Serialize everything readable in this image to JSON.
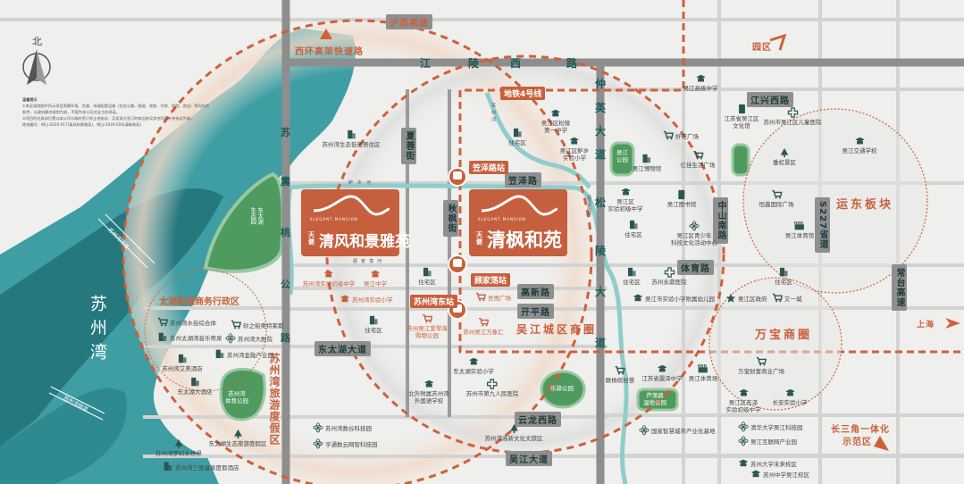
{
  "compass": {
    "north": "北"
  },
  "notes": {
    "title": "温馨提示",
    "lines": [
      "①本区域地图中所示项目周围环境、交通、市政配套设施（包含公路、隧道、地铁、学校、医院、商业）等均仅供参考，以政府最终规划为准，不视为本公司对业主的承诺。",
      "②项目所在具体位置以本公司与政府签订的土地协议、买卖双方签订的商品房买卖合同及补充协议为准。",
      "地块编号：WJ-J-2020-017(清风和景雅苑)、WJ-J-2019-024(清枫和苑)"
    ]
  },
  "roads": {
    "husu": "沪苏高速",
    "xihuan": "西环高架快速路",
    "jiangling": [
      "江",
      "陵",
      "西",
      "路"
    ],
    "zhongying": [
      "仲",
      "英",
      "大",
      "道"
    ],
    "songling": [
      "松",
      "陵",
      "大",
      "道"
    ],
    "suzhentao": [
      "苏",
      "震",
      "桃",
      "公",
      "路"
    ],
    "metro4": "地铁4号线",
    "xiarong": "夏蓉街",
    "qiufeng": "秋枫街",
    "lize": "笠泽路",
    "gaoxin": "高新路",
    "kaiping": "开平路",
    "dongtaihu": "东太湖大道",
    "yunlong": "云龙西路",
    "wujiang": "吴江大道",
    "tiyu": "体育路",
    "zhongshan": "中山南路",
    "jiangxing": "江兴西路",
    "s227": "S227省道",
    "changtai": "常台高速",
    "tunnel1": "苏州湾隧道",
    "tunnel2": "苏州湾隧道",
    "rivers": {
      "luxiang": "鲈乡河",
      "suzhou": "苏州河",
      "guojia": "顾家荡河",
      "canal": "运河景观带"
    }
  },
  "stations": {
    "lize": "笠泽路站",
    "gujiadang": "顾家荡站",
    "szwdong": "苏州湾东站"
  },
  "zones": {
    "wujiang_cbd": "吴江城区商圈",
    "yundong": "运东板块",
    "wanbao": "万宝商圈",
    "taihu": "太湖新城商务行政区",
    "resort": "苏州湾旅游度假区",
    "bay": "苏州湾",
    "yuanqu": "园区",
    "shanghai": "上海",
    "yrd_1": "长三角一体化",
    "yrd_2": "示范区"
  },
  "projects": [
    {
      "brand": "天健",
      "en": "ELEGANT MANSION",
      "name": "清风和景雅苑"
    },
    {
      "brand": "天健",
      "en": "ELEGANT MANSION",
      "name": "清枫和苑"
    }
  ],
  "parks": [
    "东太湖\n生态园",
    "苏州湾\n体育公园",
    "吴江\n公园",
    "乐驿公园",
    "芦荡路\n湿地公园"
  ],
  "colors": {
    "accent": "#c9603c",
    "lake": "#3f9ea3",
    "lake_dark": "#1d6b72",
    "park": "#4f9a5f",
    "road": "#8f8f8f",
    "poi_icon": "#2b5656"
  },
  "pois": [
    {
      "label": "苏州湾生态低密居住区",
      "icon": "building"
    },
    {
      "label": "住宅区",
      "icon": "building"
    },
    {
      "label": "吴江区松陵\n第一中学",
      "icon": "school"
    },
    {
      "label": "吴江区鲈乡\n实验小学",
      "icon": "school"
    },
    {
      "label": "吴江高级中学",
      "icon": "school"
    },
    {
      "label": "江苏省吴江区\n文化馆",
      "icon": "book"
    },
    {
      "label": "苏州市吴江区儿童医院",
      "icon": "hospital"
    },
    {
      "label": "好旺广场",
      "icon": "cart"
    },
    {
      "label": "吴江博物馆",
      "icon": "building"
    },
    {
      "label": "亿佳生活广场",
      "icon": "cart"
    },
    {
      "label": "垂虹景区",
      "icon": "tree"
    },
    {
      "label": "吴江交通学校",
      "icon": "school"
    },
    {
      "label": "吴江区\n实验初级中学",
      "icon": "school"
    },
    {
      "label": "吴江图书馆",
      "icon": "book"
    },
    {
      "label": "住宅区",
      "icon": "building"
    },
    {
      "label": "吴江区青少年\n科技文化活动中心",
      "icon": "atom"
    },
    {
      "label": "恒鑫国际广场",
      "icon": "cart"
    },
    {
      "label": "吴江体育馆",
      "icon": "stadium"
    },
    {
      "label": "苏州湾实验初级中学",
      "icon": "school",
      "highlight": true
    },
    {
      "label": "吴江中学",
      "icon": "school",
      "highlight": true
    },
    {
      "label": "苏州湾实验小学",
      "icon": "school",
      "highlight": true
    },
    {
      "label": "住宅区",
      "icon": "building"
    },
    {
      "label": "住宅区",
      "icon": "building"
    },
    {
      "label": "苏州吴江爱琴海\n购物公园",
      "icon": "cart",
      "highlight": true
    },
    {
      "label": "吾悦广场",
      "icon": "cart",
      "highlight": true
    },
    {
      "label": "苏州吴江万象汇",
      "icon": "cart",
      "highlight": true
    },
    {
      "label": "东太湖实验小学",
      "icon": "school"
    },
    {
      "label": "北外附属苏州湾\n外国语学校",
      "icon": "school"
    },
    {
      "label": "苏州市第九人民医院",
      "icon": "hospital"
    },
    {
      "label": "苏州湾数谷科技园",
      "icon": "atom"
    },
    {
      "label": "亨通数云网智科技园",
      "icon": "atom"
    },
    {
      "label": "苏州湾高新文化文旅区",
      "icon": "tree"
    },
    {
      "label": "住宅区",
      "icon": "building"
    },
    {
      "label": "苏州永鼎医院",
      "icon": "hospital"
    },
    {
      "label": "住宅区",
      "icon": "building"
    },
    {
      "label": "吴江市实验小学附属幼儿园",
      "icon": "school"
    },
    {
      "label": "吴江区政府",
      "icon": "star"
    },
    {
      "label": "又一城",
      "icon": "cart"
    },
    {
      "label": "联杨缤纷荟",
      "icon": "cart"
    },
    {
      "label": "江苏省震泽中学",
      "icon": "school"
    },
    {
      "label": "吴江体育场",
      "icon": "stadium"
    },
    {
      "label": "万宝财富商业广场",
      "icon": "cart"
    },
    {
      "label": "吴江区东泽\n实验初级中学",
      "icon": "school"
    },
    {
      "label": "长安实验小学",
      "icon": "school"
    },
    {
      "label": "国家智慧城市产业化基地",
      "icon": "atom"
    },
    {
      "label": "清华大学吴江科技园",
      "icon": "atom"
    },
    {
      "label": "吴江互联网产业园",
      "icon": "atom"
    },
    {
      "label": "苏州大学未来校区",
      "icon": "school"
    },
    {
      "label": "苏州中学吴江校区",
      "icon": "school"
    },
    {
      "label": "苏州湾水街综合体",
      "icon": "cart"
    },
    {
      "label": "苏州太湖湾音乐喷泉",
      "icon": "building"
    },
    {
      "label": "砂之船奥特莱斯",
      "icon": "cart"
    },
    {
      "label": "苏州湾大剧院",
      "icon": "atom"
    },
    {
      "label": "苏州湾艾美酒店",
      "icon": "building"
    },
    {
      "label": "苏州湾金融产业园",
      "icon": "building"
    },
    {
      "label": "东太湖大酒店",
      "icon": "building"
    },
    {
      "label": "东太湖生态旅游度假区",
      "icon": "tree"
    },
    {
      "label": "苏州湾梦幻水世界",
      "icon": "tree"
    },
    {
      "label": "苏州湾三觉温泉度假酒店",
      "icon": "building"
    }
  ]
}
